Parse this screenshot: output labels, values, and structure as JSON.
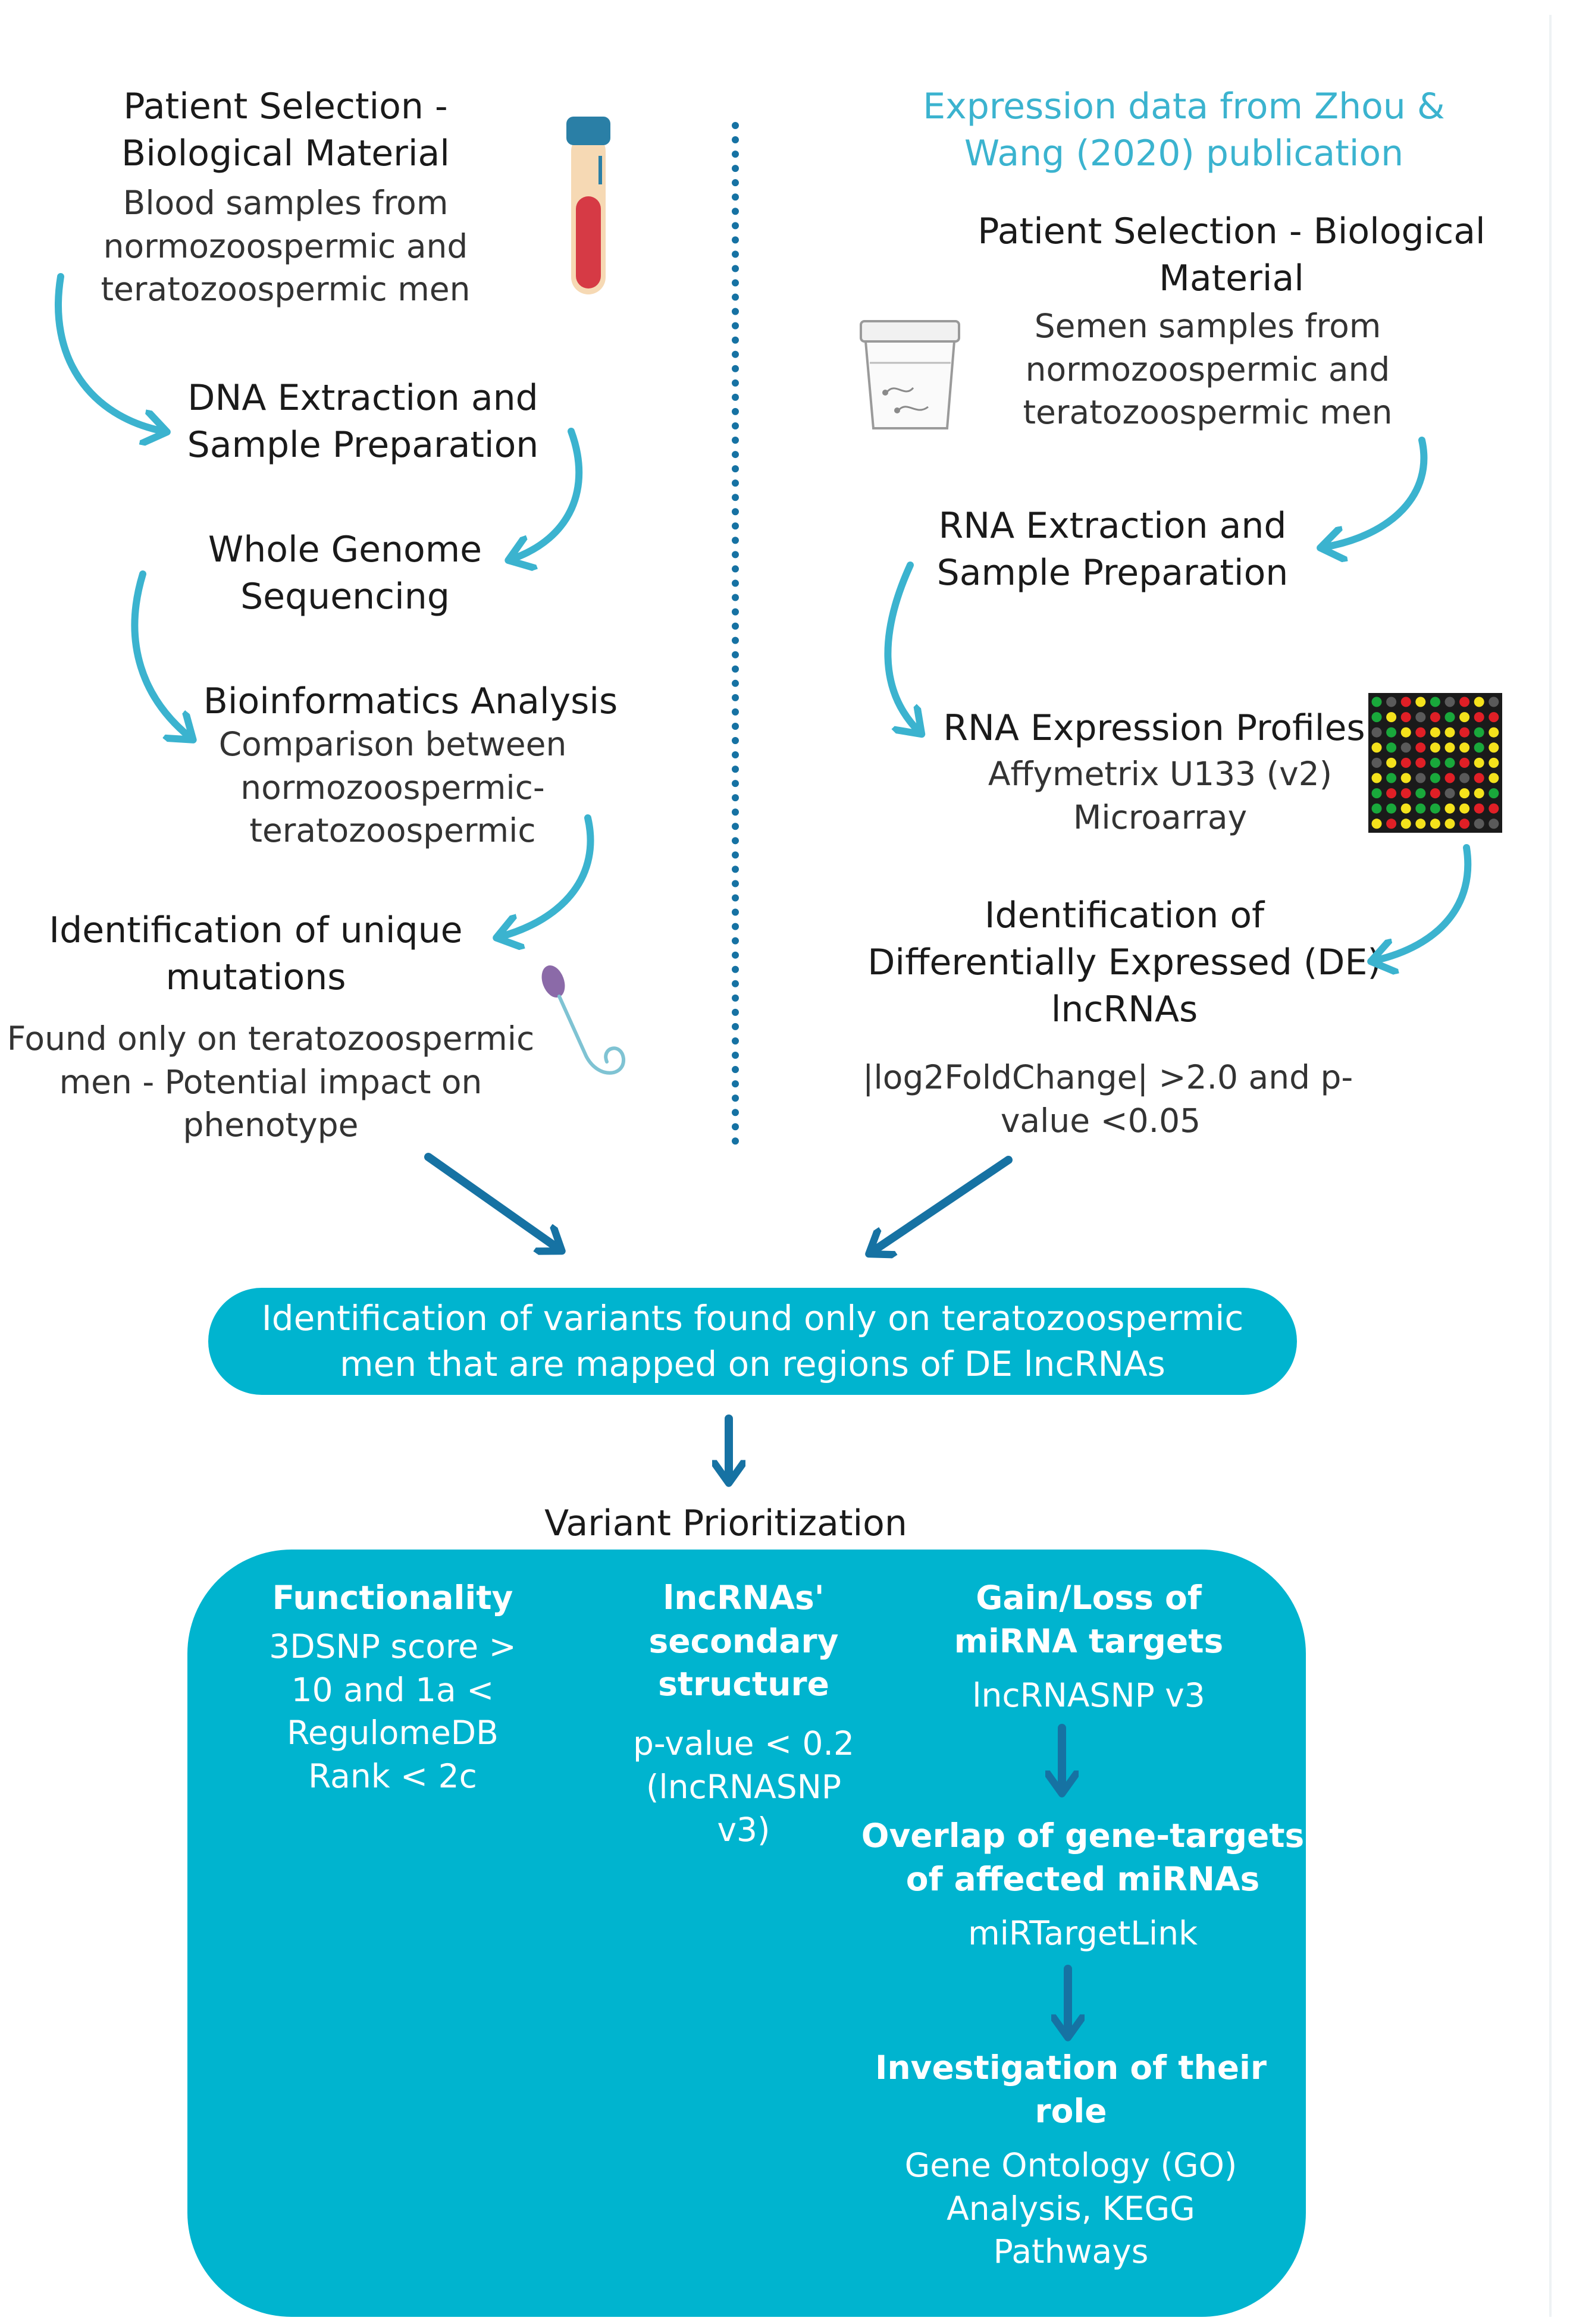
{
  "left": {
    "step1": {
      "title": "Patient Selection -\nBiological Material",
      "desc": "Blood samples from\nnormozoospermic and\nteratozoospermic men"
    },
    "step2": {
      "title": "DNA Extraction and\nSample Preparation"
    },
    "step3": {
      "title": "Whole Genome\nSequencing"
    },
    "step4": {
      "title": "Bioinformatics Analysis",
      "desc": "Comparison between\nnormozoospermic-\nteratozoospermic"
    },
    "step5": {
      "title": "Identification of unique\nmutations",
      "desc": "Found only on teratozoospermic\nmen - Potential impact on\nphenotype"
    }
  },
  "right": {
    "source": "Expression data from Zhou &\nWang (2020) publication",
    "step1": {
      "title": "Patient Selection - Biological\nMaterial",
      "desc": "Semen samples from\nnormozoospermic and\nteratozoospermic men"
    },
    "step2": {
      "title": "RNA Extraction and\nSample Preparation"
    },
    "step3": {
      "title": "RNA Expression Profiles",
      "desc": "Affymetrix U133 (v2)\nMicroarray"
    },
    "step4": {
      "title": "Identification of\nDifferentially Expressed (DE)\nlncRNAs",
      "desc": "|log2FoldChange| >2.0 and p-\nvalue <0.05"
    }
  },
  "merge": {
    "text": "Identification of variants found only on teratozoospermic\nmen that are mapped on regions of DE lncRNAs"
  },
  "prioritization": {
    "title": "Variant Prioritization",
    "functionality": {
      "title": "Functionality",
      "desc": "3DSNP score >\n10 and 1a <\nRegulomeDB\nRank < 2c"
    },
    "structure": {
      "title": "lncRNAs'\nsecondary\nstructure",
      "desc": "p-value < 0.2\n(lncRNASNP\nv3)"
    },
    "mirna": {
      "title": "Gain/Loss of\nmiRNA targets",
      "desc": "lncRNASNP v3"
    },
    "overlap": {
      "title": "Overlap of gene-targets\nof affected miRNAs",
      "desc": "miRTargetLink"
    },
    "investigation": {
      "title": "Investigation of their\nrole",
      "desc": "Gene Ontology (GO)\nAnalysis, KEGG\nPathways"
    }
  },
  "colors": {
    "accent": "#00b4cf",
    "arrow_light": "#3bb3cf",
    "arrow_dark": "#1672a3"
  },
  "icons": [
    "blood-tube-icon",
    "sample-cup-icon",
    "sperm-icon",
    "microarray-icon"
  ]
}
